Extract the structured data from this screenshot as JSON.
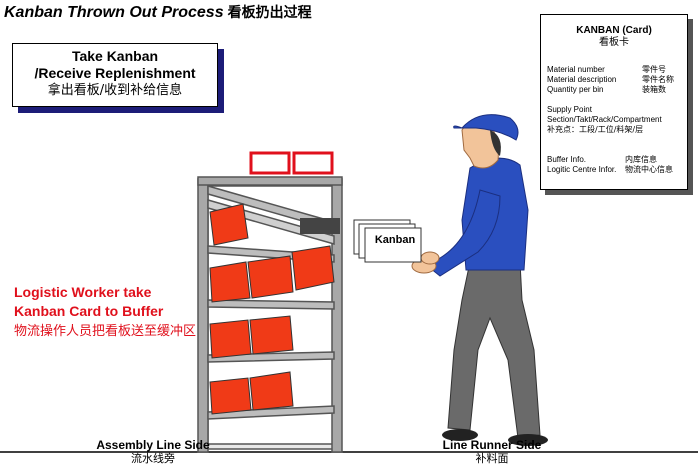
{
  "title": {
    "en": "Kanban Thrown Out Process",
    "cn": "看板扔出过程"
  },
  "take_box": {
    "line1": "Take Kanban",
    "line2": "/Receive Replenishment",
    "line3": "拿出看板/收到补给信息"
  },
  "worker_note": {
    "line1": "Logistic Worker take",
    "line2": "Kanban Card to Buffer",
    "cn": "物流操作人员把看板送至缓冲区"
  },
  "kanban_card": {
    "header": "KANBAN (Card)",
    "header_cn": "看板卡",
    "rows": [
      {
        "en": "Material number",
        "cn": "零件号"
      },
      {
        "en": "Material description",
        "cn": "零件名称"
      },
      {
        "en": "Quantity per bin",
        "cn": "装箱数"
      }
    ],
    "supply_label": "Supply Point",
    "supply_detail": "Section/Takt/Rack/Compartment",
    "supply_cn": "补充点：工段/工位/料架/层",
    "buffer": {
      "en": "Buffer Info.",
      "cn": "内库信息"
    },
    "logistic": {
      "en": "Logitic Centre Infor.",
      "cn": "物流中心信息"
    }
  },
  "held_card_label": "Kanban",
  "bottom": {
    "left_en": "Assembly Line Side",
    "left_cn": "流水线旁",
    "right_en": "Line Runner Side",
    "right_cn": "补料面"
  },
  "colors": {
    "bin_red": "#f03a17",
    "rack_gray": "#9a9a9a",
    "shirt_blue": "#2a4fbf",
    "pants_gray": "#6a6a6a",
    "note_red": "#e0101c"
  }
}
